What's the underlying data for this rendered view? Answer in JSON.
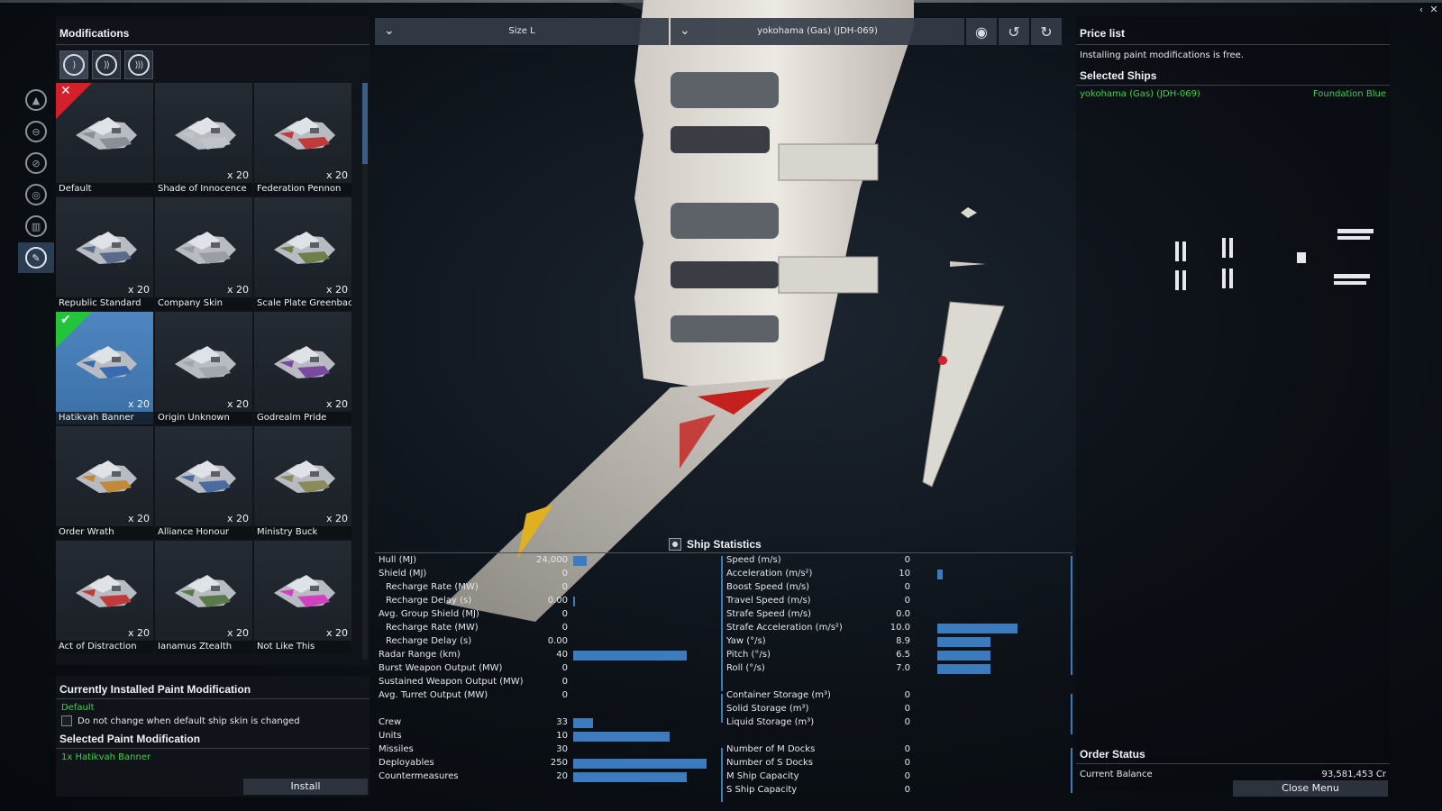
{
  "left": {
    "title": "Modifications",
    "size_tabs": [
      {
        "glyph": "⟩",
        "name": "size-tab-s"
      },
      {
        "glyph": "⟩⟩",
        "name": "size-tab-m"
      },
      {
        "glyph": "⟩⟩⟩",
        "name": "size-tab-l"
      }
    ],
    "side_icons": [
      "ship-icon",
      "engine-icon",
      "thruster-icon",
      "shield-icon",
      "turret-icon",
      "paint-icon"
    ],
    "tiles": [
      {
        "label": "Default",
        "qty": "",
        "badge": "red",
        "selected": false,
        "accent": "#8a8f96"
      },
      {
        "label": "Shade of Innocence",
        "qty": "x 20",
        "badge": "",
        "selected": false,
        "accent": "#c0c4c8"
      },
      {
        "label": "Federation Pennon",
        "qty": "x 20",
        "badge": "",
        "selected": false,
        "accent": "#c23a3a"
      },
      {
        "label": "Republic Standard",
        "qty": "x 20",
        "badge": "",
        "selected": false,
        "accent": "#5a6a8a"
      },
      {
        "label": "Company Skin",
        "qty": "x 20",
        "badge": "",
        "selected": false,
        "accent": "#9a9ea4"
      },
      {
        "label": "Scale Plate Greenback",
        "qty": "x 20",
        "badge": "",
        "selected": false,
        "accent": "#6f7f4a"
      },
      {
        "label": "Hatikvah Banner",
        "qty": "x 20",
        "badge": "green",
        "selected": true,
        "accent": "#3a6ab0"
      },
      {
        "label": "Origin Unknown",
        "qty": "x 20",
        "badge": "",
        "selected": false,
        "accent": "#a4a8ae"
      },
      {
        "label": "Godrealm Pride",
        "qty": "x 20",
        "badge": "",
        "selected": false,
        "accent": "#7a4aa0"
      },
      {
        "label": "Order Wrath",
        "qty": "x 20",
        "badge": "",
        "selected": false,
        "accent": "#c08a3a"
      },
      {
        "label": "Alliance Honour",
        "qty": "x 20",
        "badge": "",
        "selected": false,
        "accent": "#4a6aa0"
      },
      {
        "label": "Ministry Buck",
        "qty": "x 20",
        "badge": "",
        "selected": false,
        "accent": "#8a8a5a"
      },
      {
        "label": "Act of Distraction",
        "qty": "x 20",
        "badge": "",
        "selected": false,
        "accent": "#c03a3a"
      },
      {
        "label": "Ianamus Ztealth",
        "qty": "x 20",
        "badge": "",
        "selected": false,
        "accent": "#5a7a4a"
      },
      {
        "label": "Not Like This",
        "qty": "x 20",
        "badge": "",
        "selected": false,
        "accent": "#d040c0"
      }
    ],
    "installed_title": "Currently Installed Paint Modification",
    "installed_value": "Default",
    "keep_checkbox_label": "Do not change when default ship skin is changed",
    "selected_title": "Selected Paint Modification",
    "selected_value": "1x Hatikvah Banner",
    "install_label": "Install"
  },
  "topbar": {
    "size_value": "Size L",
    "ship_value": "yokohama (Gas) (JDH-069)"
  },
  "right": {
    "price_title": "Price list",
    "price_note": "Installing paint modifications is free.",
    "selected_ships_title": "Selected Ships",
    "ship_name": "yokohama (Gas) (JDH-069)",
    "ship_paint": "Foundation Blue",
    "order_title": "Order Status",
    "balance_label": "Current Balance",
    "balance_value": "93,581,453 Cr",
    "close_label": "Close Menu"
  },
  "stats": {
    "title": "Ship Statistics",
    "left": [
      {
        "label": "Hull (MJ)",
        "value": "24,000",
        "fill": 0.1,
        "indent": false,
        "bar": true
      },
      {
        "label": "Shield (MJ)",
        "value": "0",
        "fill": 0,
        "indent": false,
        "bar": false
      },
      {
        "label": "Recharge Rate (MW)",
        "value": "0",
        "fill": 0,
        "indent": true,
        "bar": false
      },
      {
        "label": "Recharge Delay (s)",
        "value": "0.00",
        "fill": 0.01,
        "indent": true,
        "bar": true
      },
      {
        "label": "Avg. Group Shield (MJ)",
        "value": "0",
        "fill": 0,
        "indent": false,
        "bar": false
      },
      {
        "label": "Recharge Rate (MW)",
        "value": "0",
        "fill": 0,
        "indent": true,
        "bar": false
      },
      {
        "label": "Recharge Delay (s)",
        "value": "0.00",
        "fill": 0,
        "indent": true,
        "bar": false
      },
      {
        "label": "Radar Range (km)",
        "value": "40",
        "fill": 0.85,
        "indent": false,
        "bar": true
      },
      {
        "label": "Burst Weapon Output (MW)",
        "value": "0",
        "fill": 0,
        "indent": false,
        "bar": false
      },
      {
        "label": "Sustained Weapon Output (MW)",
        "value": "0",
        "fill": 0,
        "indent": false,
        "bar": false
      },
      {
        "label": "Avg. Turret Output (MW)",
        "value": "0",
        "fill": 0,
        "indent": false,
        "bar": false
      },
      {
        "label": "",
        "value": "",
        "fill": 0,
        "indent": false,
        "bar": false
      },
      {
        "label": "Crew",
        "value": "33",
        "fill": 0.15,
        "indent": false,
        "bar": true
      },
      {
        "label": "Units",
        "value": "10",
        "fill": 0.72,
        "indent": false,
        "bar": true
      },
      {
        "label": "Missiles",
        "value": "30",
        "fill": 0,
        "indent": false,
        "bar": false
      },
      {
        "label": "Deployables",
        "value": "250",
        "fill": 1.0,
        "indent": false,
        "bar": true
      },
      {
        "label": "Countermeasures",
        "value": "20",
        "fill": 0.85,
        "indent": false,
        "bar": true
      }
    ],
    "right": [
      {
        "label": "Speed (m/s)",
        "value": "0",
        "fill": 0,
        "bar": false
      },
      {
        "label": "Acceleration (m/s²)",
        "value": "10",
        "fill": 0.04,
        "bar": true
      },
      {
        "label": "Boost Speed (m/s)",
        "value": "0",
        "fill": 0,
        "bar": false
      },
      {
        "label": "Travel Speed (m/s)",
        "value": "0",
        "fill": 0,
        "bar": false
      },
      {
        "label": "Strafe Speed (m/s)",
        "value": "0.0",
        "fill": 0,
        "bar": false
      },
      {
        "label": "Strafe Acceleration (m/s²)",
        "value": "10.0",
        "fill": 0.6,
        "bar": true
      },
      {
        "label": "Yaw (°/s)",
        "value": "8.9",
        "fill": 0.4,
        "bar": true
      },
      {
        "label": "Pitch (°/s)",
        "value": "6.5",
        "fill": 0.4,
        "bar": true
      },
      {
        "label": "Roll (°/s)",
        "value": "7.0",
        "fill": 0.4,
        "bar": true
      },
      {
        "label": "",
        "value": "",
        "fill": 0,
        "bar": false
      },
      {
        "label": "Container Storage (m³)",
        "value": "0",
        "fill": 0,
        "bar": false
      },
      {
        "label": "Solid Storage (m³)",
        "value": "0",
        "fill": 0,
        "bar": false
      },
      {
        "label": "Liquid Storage (m³)",
        "value": "0",
        "fill": 0,
        "bar": false
      },
      {
        "label": "",
        "value": "",
        "fill": 0,
        "bar": false
      },
      {
        "label": "Number of M Docks",
        "value": "0",
        "fill": 0,
        "bar": false
      },
      {
        "label": "Number of S Docks",
        "value": "0",
        "fill": 0,
        "bar": false
      },
      {
        "label": "M Ship Capacity",
        "value": "0",
        "fill": 0,
        "bar": false
      },
      {
        "label": "S Ship Capacity",
        "value": "0",
        "fill": 0,
        "bar": false
      }
    ]
  },
  "colors": {
    "accent": "#3d7bbf",
    "green": "#36d44a",
    "red": "#d4202a"
  }
}
